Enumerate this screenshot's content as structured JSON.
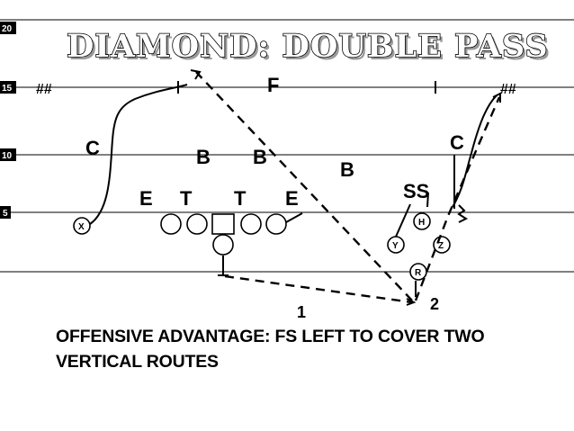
{
  "title": "DIAMOND: DOUBLE PASS",
  "yard_markers": [
    "20",
    "15",
    "10",
    "5"
  ],
  "hash_marks": [
    "##",
    "##"
  ],
  "defense_labels": {
    "free_safety": "F",
    "corner_left": "C",
    "corner_right": "C",
    "backer_1": "B",
    "backer_2": "B",
    "backer_3": "B",
    "end_left": "E",
    "tackle_left": "T",
    "tackle_right": "T",
    "end_right": "E",
    "strong_safety": "SS"
  },
  "offense_labels": {
    "x": "X",
    "h": "H",
    "y": "Y",
    "z": "Z",
    "r": "R"
  },
  "pass_numbers": [
    "1",
    "2"
  ],
  "caption": "OFFENSIVE ADVANTAGE: FS LEFT TO COVER TWO VERTICAL ROUTES"
}
